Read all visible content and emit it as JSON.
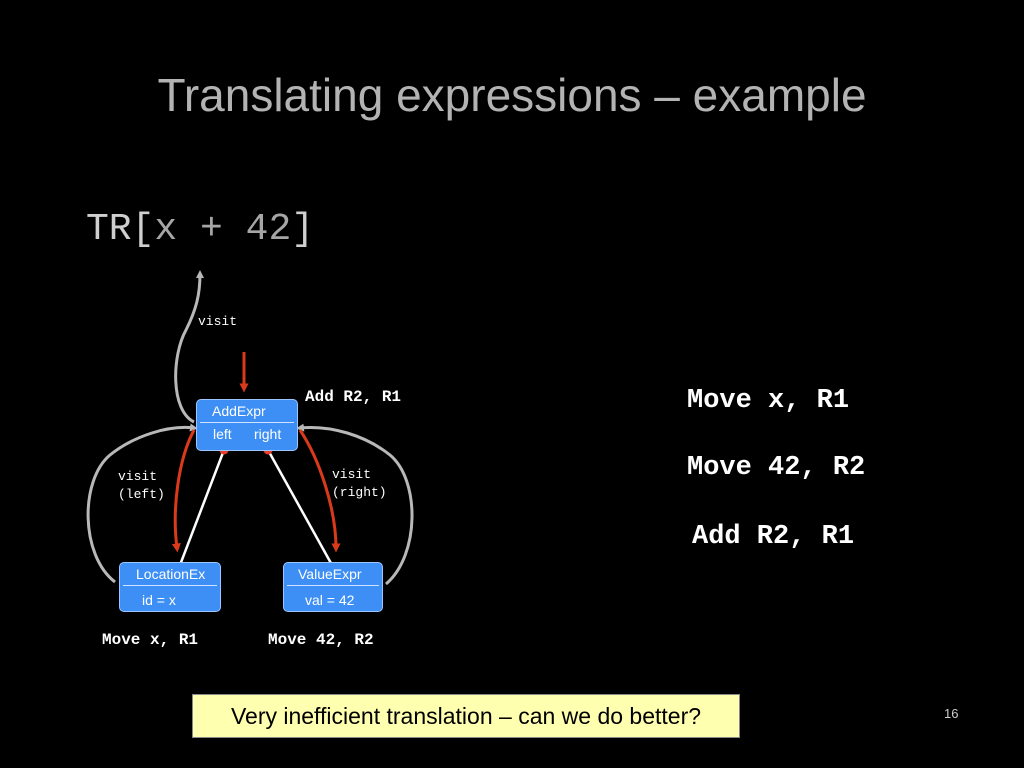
{
  "slide": {
    "title": "Translating expressions – example",
    "expression_prefix": "TR[",
    "expression_inner": "x + 42",
    "expression_suffix": "]",
    "page_number": "16",
    "callout": "Very inefficient translation – can we do better?"
  },
  "diagram": {
    "visit_label": "visit",
    "visit_left_label": "visit\n(left)",
    "visit_right_label": "visit\n(right)",
    "add_code": "Add R2, R1",
    "nodes": {
      "add": {
        "name": "AddExpr",
        "field_left": "left",
        "field_right": "right"
      },
      "location": {
        "name": "LocationEx",
        "field": "id = x"
      },
      "value": {
        "name": "ValueExpr",
        "field": "val = 42"
      }
    },
    "location_code": "Move x, R1",
    "value_code": "Move 42, R2"
  },
  "result_code": [
    "Move x, R1",
    "Move 42, R2",
    "Add R2, R1"
  ],
  "colors": {
    "node_fill": "#3d8ff5",
    "red_arrow": "#d93a1a",
    "gray_arrow": "#b8b8b8",
    "white_arrow": "#ffffff",
    "callout_bg": "#ffffb0"
  }
}
